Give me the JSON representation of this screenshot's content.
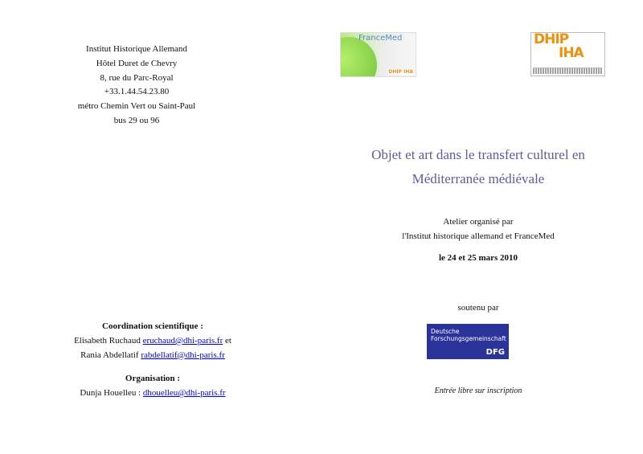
{
  "address": {
    "lines": [
      "Institut Historique Allemand",
      "Hôtel Duret de Chevry",
      "8, rue du Parc-Royal",
      "+33.1.44.54.23.80",
      "métro Chemin Vert ou Saint-Paul",
      "bus 29 ou 96"
    ]
  },
  "logos": {
    "francemed": "FranceMed",
    "francemed_badge": "DHIP IHA",
    "dhi_line1": "DHIP",
    "dhi_line2": "IHA",
    "dfg_name": "Deutsche Forschungsgemeinschaft",
    "dfg_mark": "DFG"
  },
  "title": {
    "line1": "Objet et art dans le transfert culturel en",
    "line2": "Méditerranée médiévale"
  },
  "atelier": {
    "line1": "Atelier organisé par",
    "line2": "l'Institut historique allemand et FranceMed"
  },
  "date": "le 24 et 25 mars 2010",
  "soutenu": "soutenu par",
  "entree": "Entrée libre sur inscription",
  "coordination": {
    "heading": "Coordination scientifique :",
    "person1": "Elisabeth Ruchaud",
    "email1": "eruchaud@dhi-paris.fr",
    "joiner": "et",
    "person2": "Rania Abdellatif",
    "email2": "rabdellatif@dhi-paris.fr"
  },
  "organisation": {
    "heading": "Organisation :",
    "person": "Dunja Houelleu :",
    "email": "dhouelleu@dhi-paris.fr"
  }
}
